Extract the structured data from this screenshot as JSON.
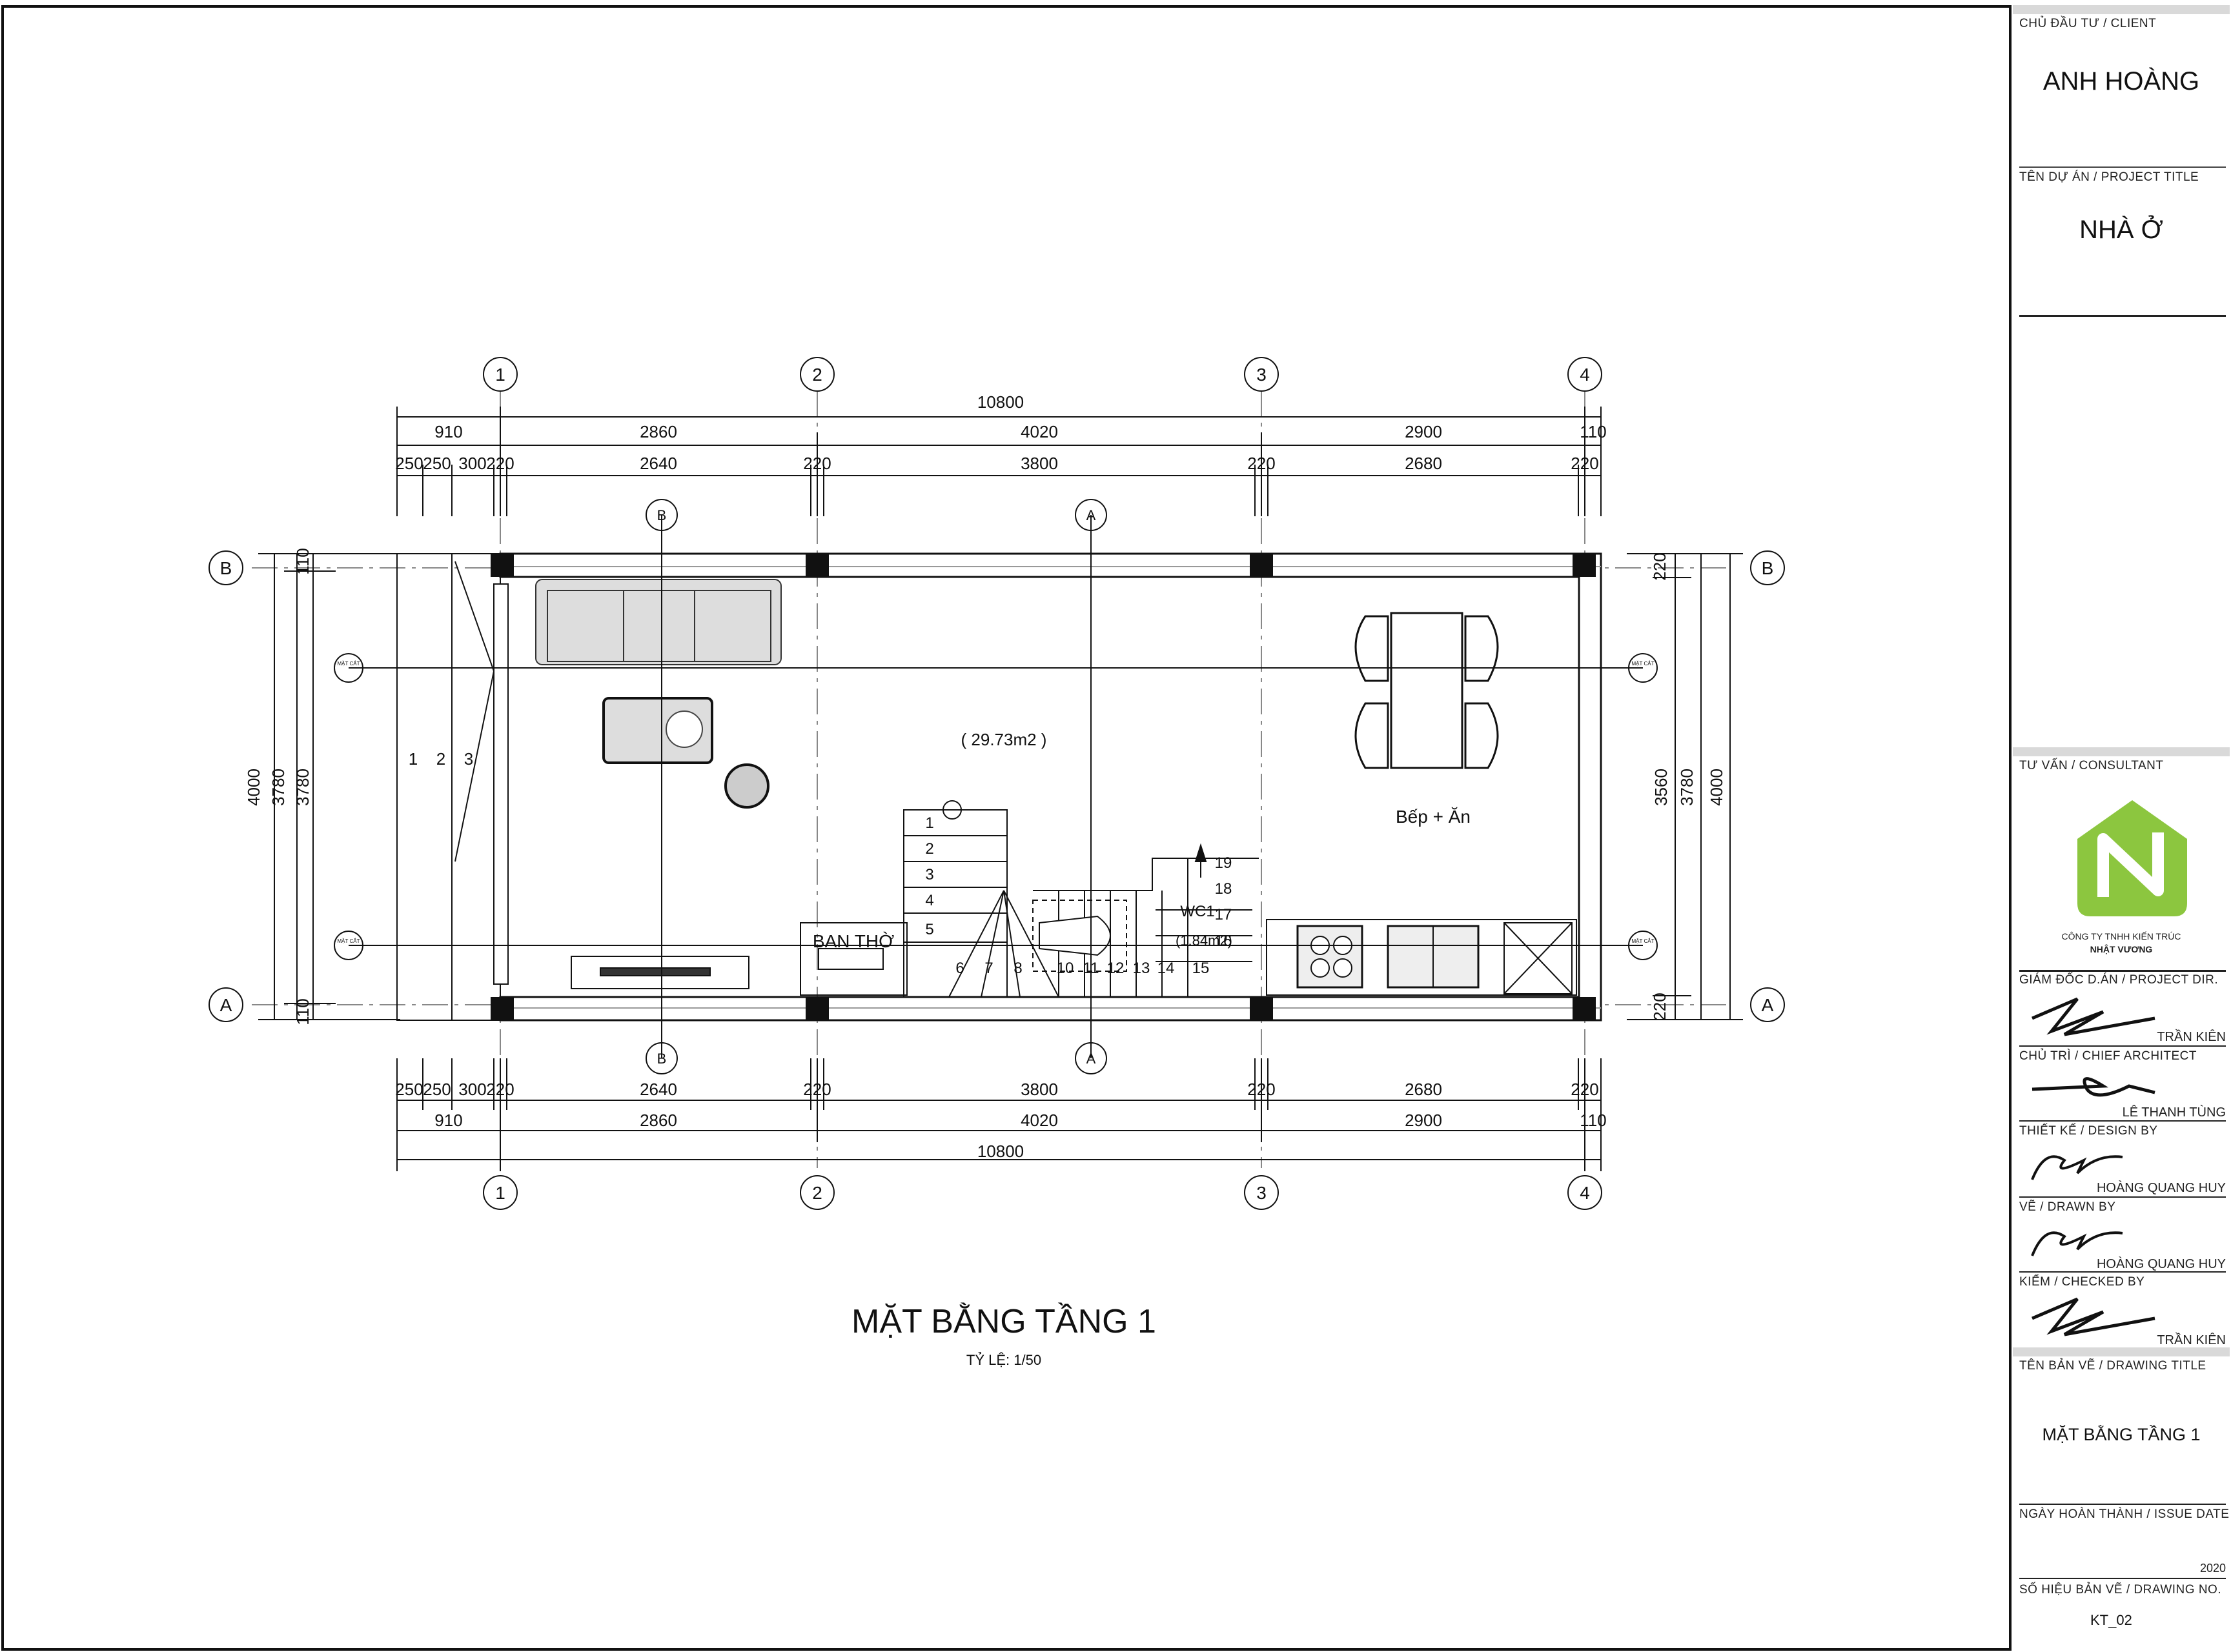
{
  "drawing": {
    "title": "MẶT BẰNG TẦNG 1",
    "scale": "TỶ LỆ: 1/50",
    "area_label": "( 29.73m2 )",
    "kitchen_label": "Bếp + Ăn",
    "altar_label": "BAN THỜ",
    "wc_label": "WC1",
    "wc_area": "(1.84m2)",
    "grid_cols": [
      "1",
      "2",
      "3",
      "4"
    ],
    "grid_rows": [
      "A",
      "B"
    ],
    "section_marks": [
      "B",
      "A"
    ],
    "section_small": "MẶT CẮT",
    "dims_top_total": "10800",
    "dims_top_row1": [
      "910",
      "2860",
      "4020",
      "2900",
      "110"
    ],
    "dims_top_row2": [
      "250",
      "250",
      "300",
      "220",
      "2640",
      "220",
      "3800",
      "220",
      "2680",
      "220"
    ],
    "dims_bot_row1": [
      "250",
      "250",
      "300",
      "220",
      "2640",
      "220",
      "3800",
      "220",
      "2680",
      "220"
    ],
    "dims_bot_row2": [
      "910",
      "2860",
      "4020",
      "2900",
      "110"
    ],
    "dims_bot_total": "10800",
    "dims_left": [
      "4000",
      "3780",
      "3780",
      "110",
      "110"
    ],
    "dims_right": [
      "3560",
      "3780",
      "4000",
      "220",
      "220"
    ],
    "stair_entry_steps": [
      "1",
      "2",
      "3"
    ],
    "stair_steps": [
      "1",
      "2",
      "3",
      "4",
      "5",
      "6",
      "7",
      "8",
      "10",
      "11",
      "12",
      "13",
      "14",
      "15",
      "16",
      "17",
      "18",
      "19"
    ]
  },
  "title_block": {
    "client_label": "CHỦ ĐẦU TƯ / CLIENT",
    "client": "ANH HOÀNG",
    "project_label": "TÊN DỰ ÁN / PROJECT TITLE",
    "project": "NHÀ Ở",
    "consultant_label": "TƯ VẤN / CONSULTANT",
    "company_line1": "CÔNG TY TNHH KIẾN TRÚC",
    "company_line2": "NHẬT VƯƠNG",
    "project_dir_label": "GIÁM ĐỐC D.ÁN / PROJECT DIR.",
    "project_dir": "TRẦN KIÊN",
    "architect_label": "CHỦ TRÌ / CHIEF ARCHITECT",
    "architect": "LÊ THANH TÙNG",
    "design_label": "THIẾT KẾ / DESIGN BY",
    "design": "HOÀNG QUANG HUY",
    "drawn_label": "VẼ / DRAWN BY",
    "drawn": "HOÀNG QUANG HUY",
    "checked_label": "KIỂM / CHECKED BY",
    "checked": "TRẦN KIÊN",
    "drawing_title_label": "TÊN BẢN VẼ /  DRAWING TITLE",
    "drawing_title": "MẶT BẰNG TẦNG 1",
    "issue_date_label": "NGÀY HOÀN THÀNH / ISSUE DATE",
    "issue_date": "2020",
    "drawing_no_label": "SỐ HIỆU BẢN VẼ  / DRAWING NO.",
    "drawing_no": "KT_02",
    "logo_color": "#8cc63f"
  }
}
